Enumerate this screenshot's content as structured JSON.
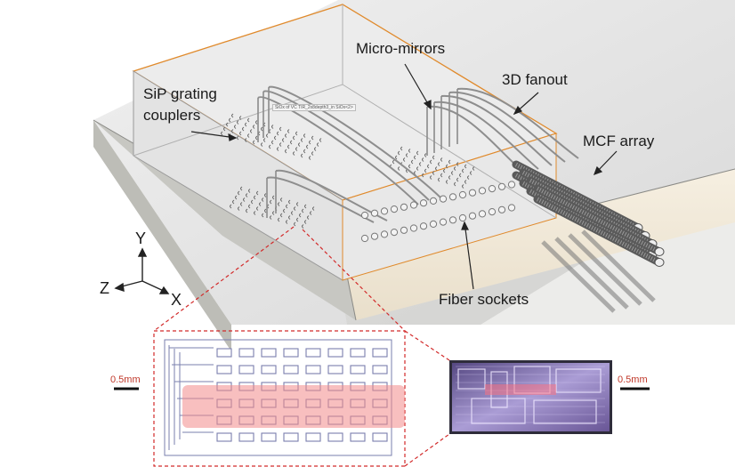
{
  "labels": {
    "sip_grating_couplers_line1": "SiP grating",
    "sip_grating_couplers_line2": "couplers",
    "micro_mirrors": "Micro-mirrors",
    "fanout_3d": "3D fanout",
    "mcf_array": "MCF array",
    "fiber_sockets": "Fiber sockets"
  },
  "axes": {
    "y": "Y",
    "z": "Z",
    "x": "X"
  },
  "scale_bars": {
    "left": "0.5mm",
    "right": "0.5mm"
  },
  "model_tooltip": "SiOx of VC TIR_2x8depth3_in SiOx<2>",
  "colors": {
    "block_top": "#e6e6e6",
    "block_side": "#d0d0cc",
    "block_front": "#f1e9d9",
    "inner_box_edge": "#e08a2c",
    "highlight": "#f28b8b",
    "callout_line": "#d22a2a"
  }
}
